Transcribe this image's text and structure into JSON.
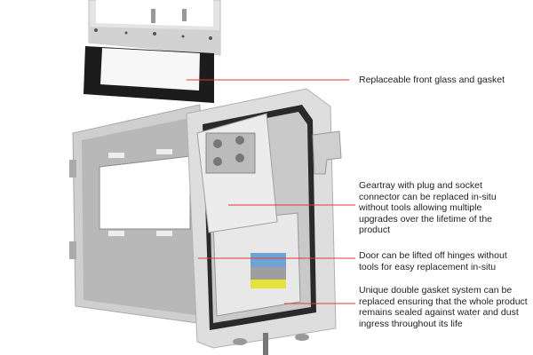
{
  "colors": {
    "leader_line": "#e53935",
    "text": "#222222",
    "metal": "#d9d9d9",
    "gasket": "#1c1c1c"
  },
  "callouts": [
    {
      "text": "Replaceable front glass and gasket"
    },
    {
      "text": "Geartray with plug and socket connector can be replaced in-situ without tools allowing multiple upgrades over the lifetime of the product"
    },
    {
      "text": "Door can be lifted off hinges without tools for easy replacement in-situ"
    },
    {
      "text": "Unique double gasket system can be replaced ensuring that the whole product remains sealed against water and dust ingress throughout its life"
    }
  ]
}
